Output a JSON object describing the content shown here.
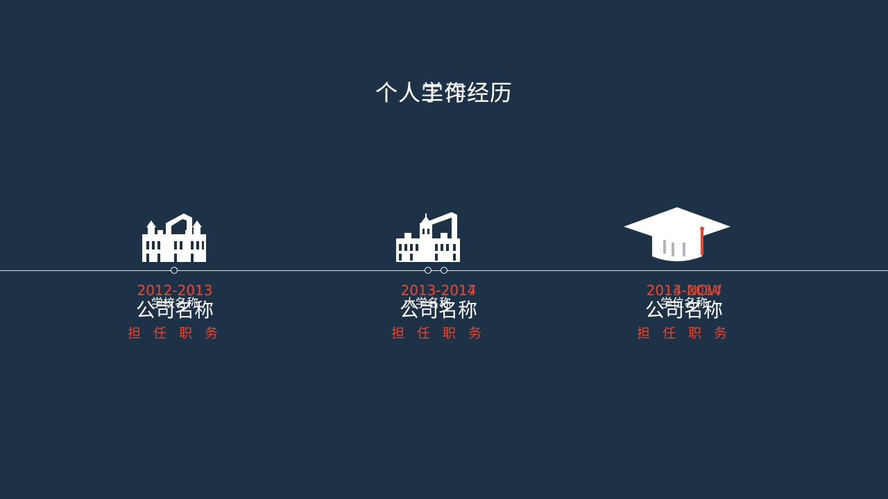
{
  "title": {
    "primary": "个人工作经历",
    "overlay": "个人学习经历"
  },
  "timeline": [
    {
      "icon": "building-icon",
      "work_years": "2012-2013",
      "study_years": "2012-2013",
      "school": "学校名称",
      "company": "公司名称",
      "role": "担 任 职 务"
    },
    {
      "icon": "university-icon",
      "work_years": "2013-2014",
      "study_years": "2013-2017",
      "school": "大学名称",
      "company": "公司名称",
      "role": "担 任 职 务"
    },
    {
      "icon": "graduation-cap-icon",
      "work_years": "2014-NOW",
      "study_years": "2013-2014",
      "school": "学位名称",
      "company": "公司名称",
      "role": "担 任 职 务"
    }
  ],
  "colors": {
    "background": "#1d3246",
    "accent": "#e7452e",
    "text": "#ffffff"
  }
}
